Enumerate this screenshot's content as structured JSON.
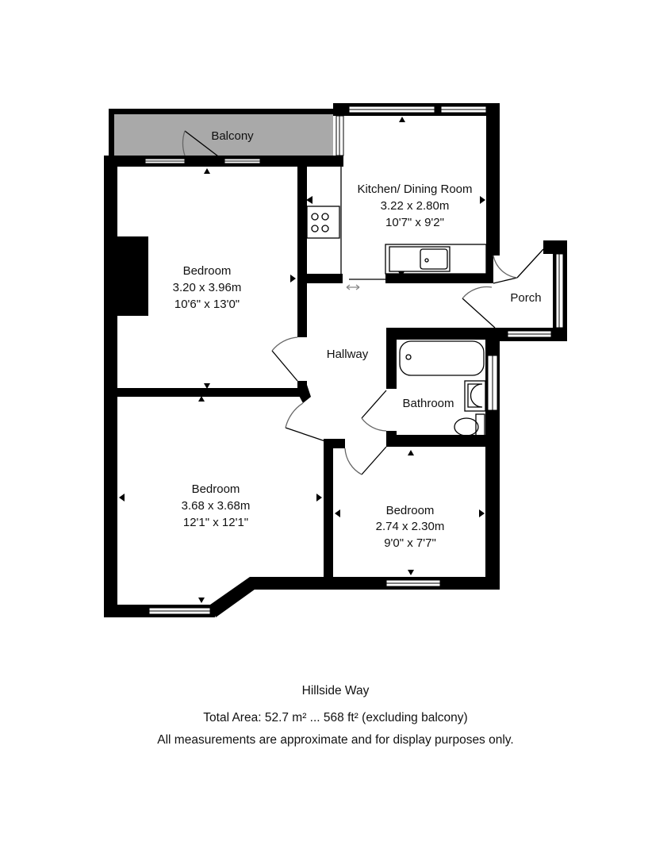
{
  "rooms": {
    "balcony": {
      "name": "Balcony"
    },
    "kitchen": {
      "name": "Kitchen/ Dining Room",
      "metric": "3.22 x 2.80m",
      "imperial": "10'7\" x 9'2\""
    },
    "bedroom1": {
      "name": "Bedroom",
      "metric": "3.20 x 3.96m",
      "imperial": "10'6\" x 13'0\""
    },
    "porch": {
      "name": "Porch"
    },
    "hallway": {
      "name": "Hallway"
    },
    "bathroom": {
      "name": "Bathroom"
    },
    "bedroom2": {
      "name": "Bedroom",
      "metric": "3.68 x 3.68m",
      "imperial": "12'1\" x 12'1\""
    },
    "bedroom3": {
      "name": "Bedroom",
      "metric": "2.74 x 2.30m",
      "imperial": "9'0\" x 7'7\""
    }
  },
  "footer": {
    "property": "Hillside Way",
    "total_area": "Total Area: 52.7 m² ... 568 ft² (excluding balcony)",
    "disclaimer": "All measurements are approximate and for display purposes only."
  },
  "colors": {
    "wall": "#000000",
    "balcony": "#a9a9a9",
    "background": "#ffffff"
  }
}
